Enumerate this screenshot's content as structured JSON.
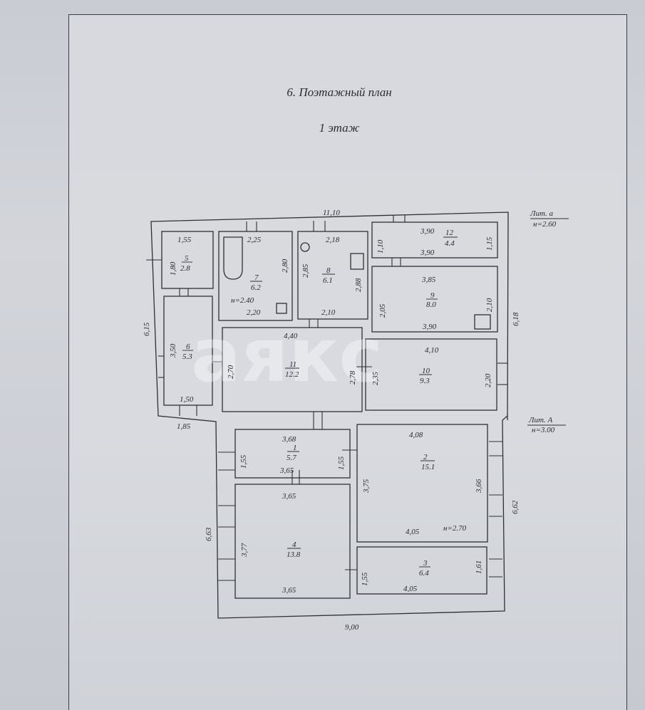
{
  "document": {
    "section_title": "6. Поэтажный план",
    "floor_title": "1 этаж",
    "watermark": "аякс"
  },
  "literas": [
    {
      "id": "lit-a-small",
      "name": "Лит. а",
      "height": "н=2.60"
    },
    {
      "id": "lit-a-big",
      "name": "Лит. А",
      "height": "н=3.00"
    }
  ],
  "overall_dims": {
    "top_width": "11,10",
    "bottom_width": "9,00",
    "left_upper": "6,15",
    "left_lower": "6,63",
    "right_upper": "6,18",
    "right_lower": "6,62",
    "left_offset": "1,85"
  },
  "rooms": [
    {
      "id": "5",
      "number": "5",
      "area": "2.8",
      "dims": [
        "1,55",
        "1,80"
      ]
    },
    {
      "id": "7",
      "number": "7",
      "area": "6.2",
      "dims": [
        "2,25",
        "2,80",
        "2,20"
      ],
      "height": "н=2.40"
    },
    {
      "id": "8",
      "number": "8",
      "area": "6.1",
      "dims": [
        "2,18",
        "2,85",
        "2,88",
        "2,10"
      ]
    },
    {
      "id": "12",
      "number": "12",
      "area": "4.4",
      "dims": [
        "3,90",
        "1,10",
        "1,15",
        "3,90"
      ]
    },
    {
      "id": "9",
      "number": "9",
      "area": "8.0",
      "dims": [
        "3,85",
        "2,05",
        "2,10",
        "3,90"
      ]
    },
    {
      "id": "6",
      "number": "6",
      "area": "5.3",
      "dims": [
        "3,50",
        "1,50"
      ]
    },
    {
      "id": "11",
      "number": "11",
      "area": "12.2",
      "dims": [
        "4,40",
        "2,70",
        "2,78"
      ]
    },
    {
      "id": "10",
      "number": "10",
      "area": "9.3",
      "dims": [
        "4,10",
        "2,35",
        "2,20"
      ]
    },
    {
      "id": "1",
      "number": "1",
      "area": "5.7",
      "dims": [
        "3,68",
        "1,55",
        "1,55",
        "3,65"
      ]
    },
    {
      "id": "2",
      "number": "2",
      "area": "15.1",
      "dims": [
        "4,08",
        "3,75",
        "3,66",
        "4,05"
      ],
      "height": "н=2.70"
    },
    {
      "id": "4",
      "number": "4",
      "area": "13.8",
      "dims": [
        "3,65",
        "3,77",
        "3,65"
      ]
    },
    {
      "id": "3",
      "number": "3",
      "area": "6.4",
      "dims": [
        "1,55",
        "1,61",
        "4,05"
      ]
    }
  ]
}
